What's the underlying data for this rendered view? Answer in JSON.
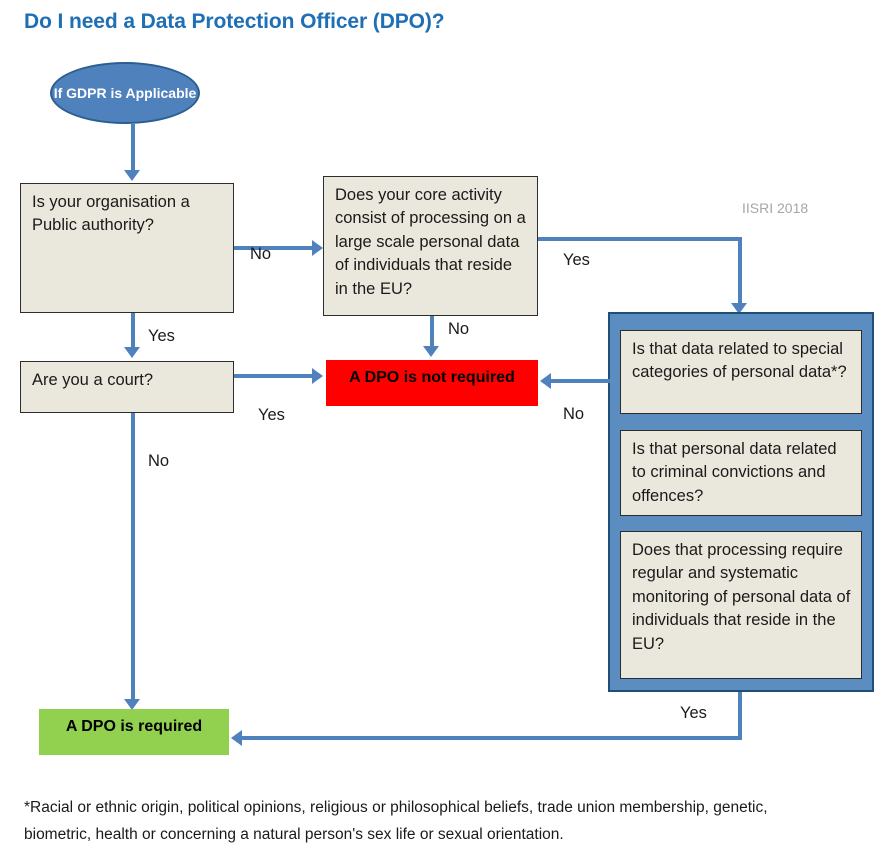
{
  "title": "Do I need a Data Protection Officer (DPO)?",
  "watermark": "IISRI 2018",
  "colors": {
    "title": "#1F6FB5",
    "connector": "#4F81BD",
    "box_fill": "#EAE7DC",
    "group_fill": "#5B8DC0",
    "group_border": "#1F4E79",
    "not_required": "#FF0000",
    "required": "#92D050",
    "start_fill": "#4F81BD",
    "watermark": "#A6A6A6"
  },
  "nodes": {
    "start": "If GDPR is Applicable",
    "q_public_authority": "Is your organisation a Public authority?",
    "q_court": "Are you a court?",
    "q_core_activity": "Does your core activity consist of processing on a large scale personal data of individuals that reside in the EU?",
    "q_special_categories": "Is that data related to special categories of personal data*?",
    "q_criminal": "Is that personal data related to criminal convictions and offences?",
    "q_monitoring": "Does that processing require regular and systematic monitoring of personal data of individuals that reside in the EU?",
    "result_not_required": "A DPO is not required",
    "result_required": "A DPO is required"
  },
  "edge_labels": {
    "public_authority_no": "No",
    "public_authority_yes": "Yes",
    "court_yes": "Yes",
    "court_no": "No",
    "core_activity_yes": "Yes",
    "core_activity_no": "No",
    "group_no": "No",
    "group_yes": "Yes"
  },
  "footnote": "*Racial or ethnic origin, political opinions, religious or philosophical beliefs, trade union membership, genetic, biometric, health or concerning a natural person's sex life or sexual orientation.",
  "chart_data": {
    "type": "diagram",
    "title": "Do I need a Data Protection Officer (DPO)?",
    "diagram_kind": "flowchart",
    "nodes": [
      {
        "id": "start",
        "shape": "ellipse",
        "label": "If GDPR is Applicable",
        "fill": "#4F81BD"
      },
      {
        "id": "q_public_authority",
        "shape": "rect",
        "label": "Is your organisation a Public authority?",
        "fill": "#EAE7DC"
      },
      {
        "id": "q_court",
        "shape": "rect",
        "label": "Are you a court?",
        "fill": "#EAE7DC"
      },
      {
        "id": "q_core_activity",
        "shape": "rect",
        "label": "Does your core activity consist of processing on a large scale personal data of individuals that reside in the EU?",
        "fill": "#EAE7DC"
      },
      {
        "id": "q_special_categories",
        "shape": "rect",
        "label": "Is that data related to special categories of personal data*?",
        "fill": "#EAE7DC",
        "group": "criteria-group"
      },
      {
        "id": "q_criminal",
        "shape": "rect",
        "label": "Is that personal data related to criminal convictions and offences?",
        "fill": "#EAE7DC",
        "group": "criteria-group"
      },
      {
        "id": "q_monitoring",
        "shape": "rect",
        "label": "Does that processing require regular and systematic monitoring of personal data of individuals that reside in the EU?",
        "fill": "#EAE7DC",
        "group": "criteria-group"
      },
      {
        "id": "result_not_required",
        "shape": "rect",
        "label": "A DPO is not required",
        "fill": "#FF0000"
      },
      {
        "id": "result_required",
        "shape": "rect",
        "label": "A DPO is required",
        "fill": "#92D050"
      }
    ],
    "edges": [
      {
        "from": "start",
        "to": "q_public_authority",
        "label": ""
      },
      {
        "from": "q_public_authority",
        "to": "q_core_activity",
        "label": "No"
      },
      {
        "from": "q_public_authority",
        "to": "q_court",
        "label": "Yes"
      },
      {
        "from": "q_court",
        "to": "result_not_required",
        "label": "Yes"
      },
      {
        "from": "q_court",
        "to": "result_required",
        "label": "No"
      },
      {
        "from": "q_core_activity",
        "to": "criteria-group",
        "label": "Yes"
      },
      {
        "from": "q_core_activity",
        "to": "result_not_required",
        "label": "No"
      },
      {
        "from": "criteria-group",
        "to": "result_not_required",
        "label": "No"
      },
      {
        "from": "criteria-group",
        "to": "result_required",
        "label": "Yes"
      }
    ],
    "annotations": [
      "IISRI 2018",
      "*Racial or ethnic origin, political opinions, religious or philosophical beliefs, trade union membership, genetic, biometric, health or concerning a natural person's sex life or sexual orientation."
    ]
  }
}
